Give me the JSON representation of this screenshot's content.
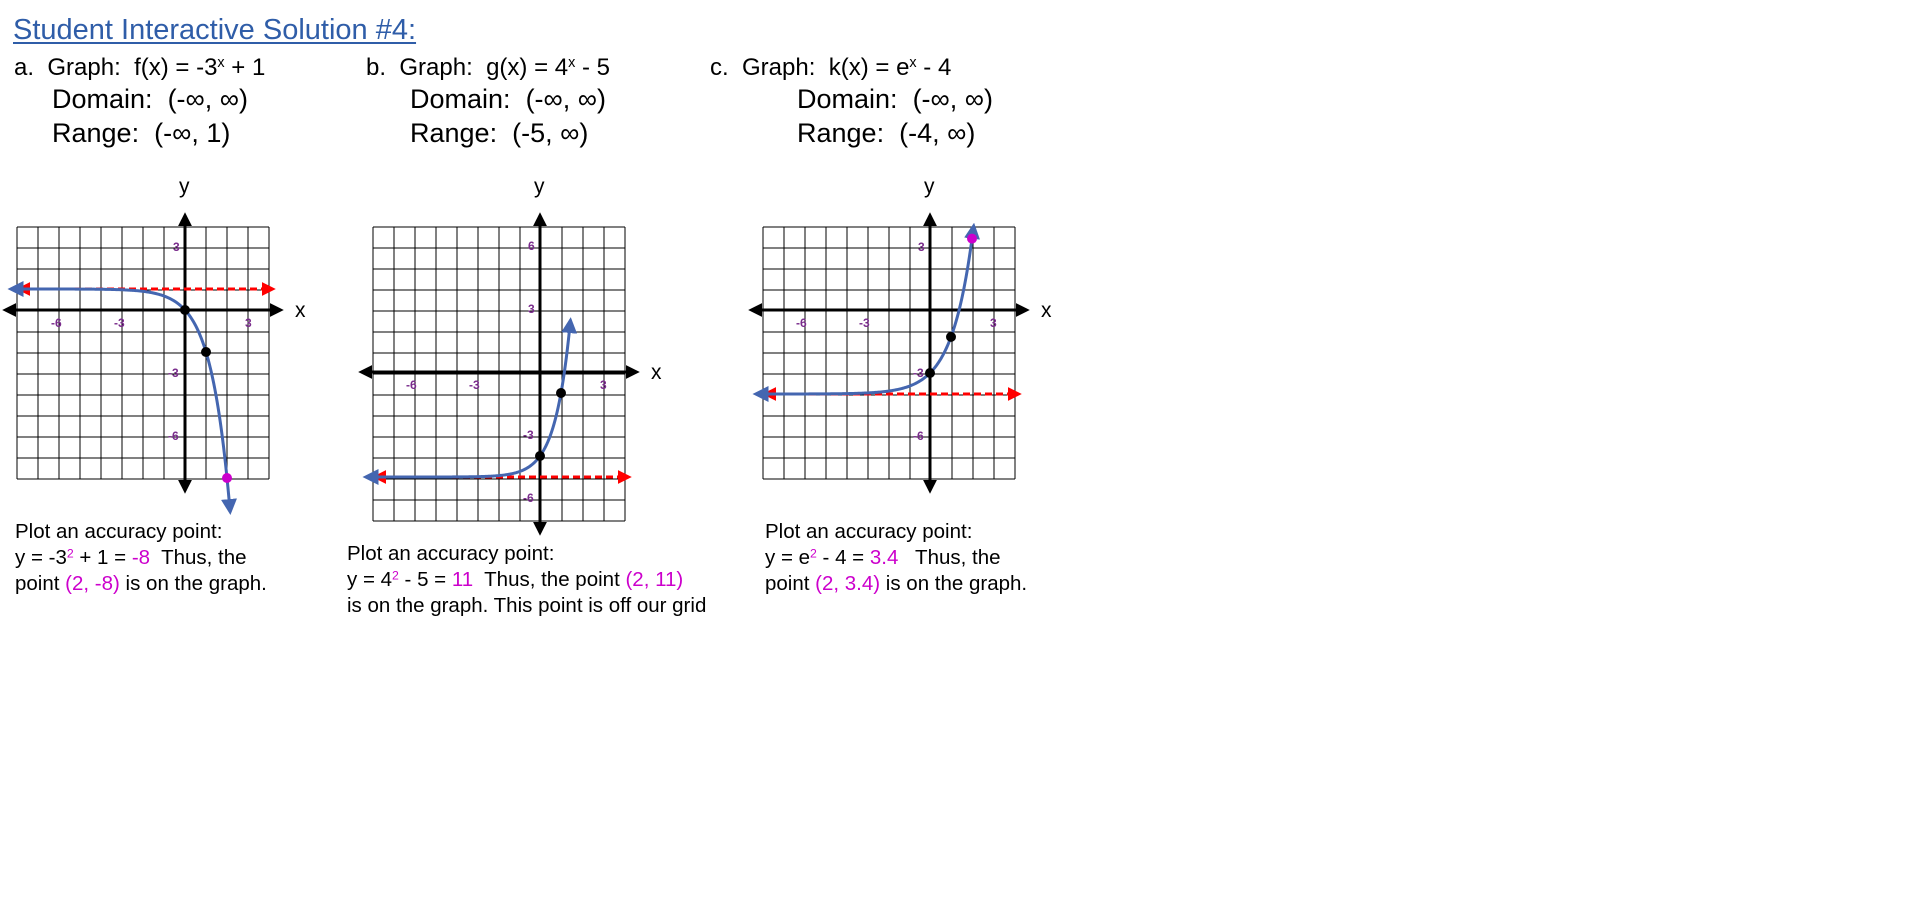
{
  "page": {
    "title": "Student Interactive Solution #4:"
  },
  "problems": [
    {
      "letter": "a.",
      "graph_word": "Graph:",
      "fn_base": "f(x) = -3",
      "fn_exp": "x",
      "fn_tail": " + 1",
      "domain_label": "Domain:",
      "domain_value": "(-∞, ∞)",
      "range_label": "Range:",
      "range_value": "(-∞, 1)",
      "note": {
        "line1": "Plot an accuracy point:",
        "calc_base": "y = -3",
        "calc_exp": "2",
        "calc_mid": " + 1 = ",
        "calc_result": "-8",
        "calc_tail": "  Thus, the",
        "point_pre": "point ",
        "point": "(2, -8)",
        "point_post": " is on the graph.",
        "line4": ""
      }
    },
    {
      "letter": "b.",
      "graph_word": "Graph:",
      "fn_base": "g(x) = 4",
      "fn_exp": "x",
      "fn_tail": " - 5",
      "domain_label": "Domain:",
      "domain_value": "(-∞, ∞)",
      "range_label": "Range:",
      "range_value": "(-5, ∞)",
      "note": {
        "line1": "Plot an accuracy point:",
        "calc_base": "y = 4",
        "calc_exp": "2",
        "calc_mid": " - 5 = ",
        "calc_result": "11",
        "calc_tail": "  Thus, the point ",
        "point_pre": "",
        "point": "(2, 11)",
        "point_post": "",
        "line4": "is on the graph. This point is off our grid"
      }
    },
    {
      "letter": "c.",
      "graph_word": "Graph:",
      "fn_base": "k(x) = e",
      "fn_exp": "x",
      "fn_tail": " - 4",
      "domain_label": "Domain:",
      "domain_value": "(-∞, ∞)",
      "range_label": "Range:",
      "range_value": "(-4, ∞)",
      "note": {
        "line1": "Plot an accuracy point:",
        "calc_base": "y = e",
        "calc_exp": "2",
        "calc_mid": " - 4 = ",
        "calc_result": "3.4",
        "calc_tail": "   Thus, the",
        "point_pre": "point ",
        "point": "(2, 3.4)",
        "point_post": " is on the graph.",
        "line4": ""
      }
    }
  ],
  "chart_data": [
    {
      "type": "line",
      "function": "f(x) = -3^x + 1",
      "xlabel": "x",
      "ylabel": "y",
      "xlim": [
        -8,
        4
      ],
      "ylim": [
        -8,
        4
      ],
      "x_ticks": [
        -6,
        -3,
        3
      ],
      "x_tick_labels": [
        "-6",
        "-3",
        "3"
      ],
      "y_ticks": [
        3,
        -3,
        -6
      ],
      "y_tick_labels": [
        "3",
        "-3",
        "-6"
      ],
      "asymptote_y": 1,
      "points": [
        {
          "x": 0,
          "y": 0,
          "color": "#000000"
        },
        {
          "x": 1,
          "y": -2,
          "color": "#000000"
        },
        {
          "x": 2,
          "y": -8,
          "color": "#cc00cc"
        }
      ],
      "grid": true,
      "colors": {
        "curve": "#4466b0",
        "asymptote": "#ff0000",
        "axis": "#000000",
        "tick_label": "#7a2c8c"
      }
    },
    {
      "type": "line",
      "function": "g(x) = 4^x - 5",
      "xlabel": "x",
      "ylabel": "y",
      "xlim": [
        -8,
        4
      ],
      "ylim": [
        -7,
        7
      ],
      "x_ticks": [
        -6,
        -3,
        3
      ],
      "x_tick_labels": [
        "-6",
        "-3",
        "3"
      ],
      "y_ticks": [
        6,
        3,
        -3,
        -6
      ],
      "y_tick_labels": [
        "6",
        "3",
        "-3",
        "-6"
      ],
      "asymptote_y": -5,
      "points": [
        {
          "x": 0,
          "y": -4,
          "color": "#000000"
        },
        {
          "x": 1,
          "y": -1,
          "color": "#000000"
        }
      ],
      "grid": true,
      "colors": {
        "curve": "#4466b0",
        "asymptote": "#ff0000",
        "axis": "#000000",
        "tick_label": "#7a2c8c"
      }
    },
    {
      "type": "line",
      "function": "k(x) = e^x - 4",
      "xlabel": "x",
      "ylabel": "y",
      "xlim": [
        -8,
        4
      ],
      "ylim": [
        -8,
        4
      ],
      "x_ticks": [
        -6,
        -3,
        3
      ],
      "x_tick_labels": [
        "-6",
        "-3",
        "3"
      ],
      "y_ticks": [
        3,
        -3,
        -6
      ],
      "y_tick_labels": [
        "3",
        "-3",
        "-6"
      ],
      "asymptote_y": -4,
      "points": [
        {
          "x": 0,
          "y": -3,
          "color": "#000000"
        },
        {
          "x": 1,
          "y": -1.28,
          "color": "#000000"
        },
        {
          "x": 2,
          "y": 3.4,
          "color": "#cc00cc"
        }
      ],
      "grid": true,
      "colors": {
        "curve": "#4466b0",
        "asymptote": "#ff0000",
        "axis": "#000000",
        "tick_label": "#7a2c8c"
      }
    }
  ]
}
